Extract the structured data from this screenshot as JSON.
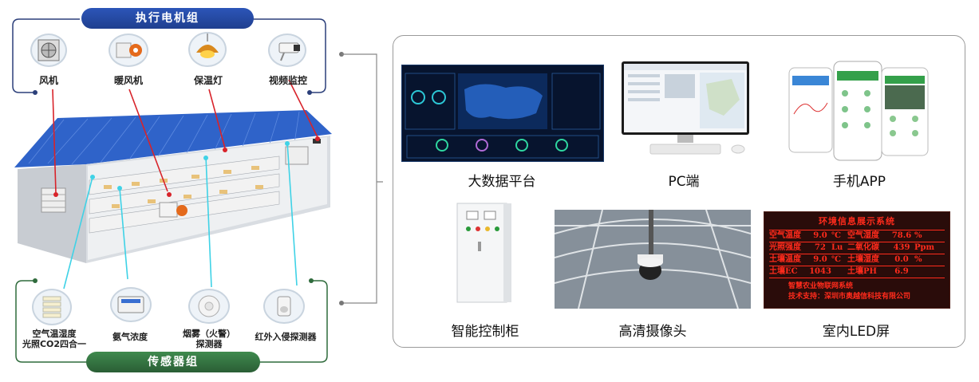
{
  "motor_group": {
    "title": "执行电机组",
    "items": [
      {
        "label": "风机",
        "icon": "exhaust-fan-icon"
      },
      {
        "label": "暖风机",
        "icon": "heater-fan-icon"
      },
      {
        "label": "保温灯",
        "icon": "heat-lamp-icon"
      },
      {
        "label": "视频监控",
        "icon": "cctv-camera-icon"
      }
    ]
  },
  "sensor_group": {
    "title": "传感器组",
    "items": [
      {
        "label": "空气温湿度\n光照CO2四合一",
        "icon": "weather-sensor-icon"
      },
      {
        "label": "氨气浓度",
        "icon": "ammonia-sensor-icon"
      },
      {
        "label": "烟雾（火警）\n探测器",
        "icon": "smoke-detector-icon"
      },
      {
        "label": "红外入侵探测器",
        "icon": "infrared-detector-icon"
      }
    ]
  },
  "platforms": [
    {
      "label": "大数据平台",
      "icon": "dashboard-screen-icon"
    },
    {
      "label": "PC端",
      "icon": "desktop-computer-icon"
    },
    {
      "label": "手机APP",
      "icon": "mobile-phones-icon"
    },
    {
      "label": "智能控制柜",
      "icon": "control-cabinet-icon"
    },
    {
      "label": "高清摄像头",
      "icon": "dome-camera-icon"
    },
    {
      "label": "室内LED屏",
      "icon": "led-display-icon"
    }
  ],
  "led_screen": {
    "title": "环境信息展示系统",
    "rows": [
      [
        "空气温度",
        "9.0",
        "℃",
        "空气湿度",
        "78.6",
        "%"
      ],
      [
        "光照强度",
        "72",
        "Lu",
        "二氧化碳",
        "439",
        "Ppm"
      ],
      [
        "土壤温度",
        "9.0",
        "℃",
        "土壤湿度",
        "0.0",
        "%"
      ],
      [
        "土壤EC",
        "1043",
        "",
        "土壤PH",
        "6.9",
        ""
      ]
    ],
    "footer1": "智慧农业物联网系统",
    "footer2": "技术支持：深圳市奥越信科技有限公司"
  },
  "colors": {
    "motor_pill": "#1f3f8f",
    "sensor_pill": "#2f6b3c",
    "red_line": "#d8232a",
    "cyan_line": "#3fd2e6",
    "roof": "#2f63c9"
  }
}
